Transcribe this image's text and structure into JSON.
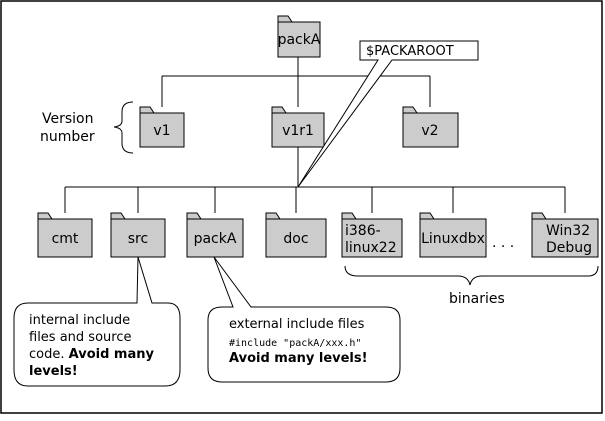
{
  "folders": {
    "root": "packA",
    "v1": "v1",
    "v1r1": "v1r1",
    "v2": "v2",
    "cmt": "cmt",
    "src": "src",
    "packA_inc": "packA",
    "doc": "doc",
    "i386_line1": "i386-",
    "i386_line2": "linux22",
    "linuxdbx": "Linuxdbx",
    "win32_line1": "Win32",
    "win32_line2": "Debug"
  },
  "labels": {
    "packaroot": "$PACKAROOT",
    "version_line1": "Version",
    "version_line2": "number",
    "ellipsis": ". . .",
    "binaries": "binaries"
  },
  "callouts": {
    "internal": {
      "line1": "internal include",
      "line2": "files and source",
      "line3_plain": "code. ",
      "line3_bold": "Avoid many",
      "line4_bold": "levels!"
    },
    "external": {
      "line1": "external include files",
      "code": "#include \"packA/xxx.h\"",
      "line3_bold": "Avoid many levels!"
    }
  }
}
